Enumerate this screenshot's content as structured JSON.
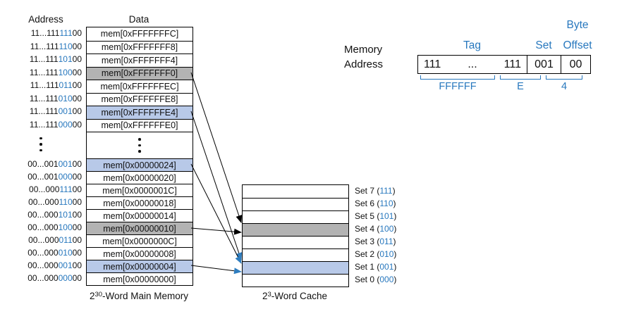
{
  "colors": {
    "accent_blue": "#2878be",
    "arrowhead_blue": "#2e7dbf",
    "row_blue_fill": "#b8c9e8",
    "row_gray_fill": "#b3b3b3"
  },
  "headers": {
    "address": "Address",
    "data": "Data"
  },
  "main_memory": {
    "top_rows": [
      {
        "addr_pre": "11...111",
        "addr_set": "111",
        "addr_post": "00",
        "data": "mem[0xFFFFFFFC]",
        "highlight": null
      },
      {
        "addr_pre": "11...111",
        "addr_set": "110",
        "addr_post": "00",
        "data": "mem[0xFFFFFFF8]",
        "highlight": null
      },
      {
        "addr_pre": "11...111",
        "addr_set": "101",
        "addr_post": "00",
        "data": "mem[0xFFFFFFF4]",
        "highlight": null
      },
      {
        "addr_pre": "11...111",
        "addr_set": "100",
        "addr_post": "00",
        "data": "mem[0xFFFFFFF0]",
        "highlight": "gray"
      },
      {
        "addr_pre": "11...111",
        "addr_set": "011",
        "addr_post": "00",
        "data": "mem[0xFFFFFFEC]",
        "highlight": null
      },
      {
        "addr_pre": "11...111",
        "addr_set": "010",
        "addr_post": "00",
        "data": "mem[0xFFFFFFE8]",
        "highlight": null
      },
      {
        "addr_pre": "11...111",
        "addr_set": "001",
        "addr_post": "00",
        "data": "mem[0xFFFFFFE4]",
        "highlight": "blue"
      },
      {
        "addr_pre": "11...111",
        "addr_set": "000",
        "addr_post": "00",
        "data": "mem[0xFFFFFFE0]",
        "highlight": null
      }
    ],
    "bottom_rows": [
      {
        "addr_pre": "00...001",
        "addr_set": "001",
        "addr_post": "00",
        "data": "mem[0x00000024]",
        "highlight": "blue"
      },
      {
        "addr_pre": "00...001",
        "addr_set": "000",
        "addr_post": "00",
        "data": "mem[0x00000020]",
        "highlight": null
      },
      {
        "addr_pre": "00...000",
        "addr_set": "111",
        "addr_post": "00",
        "data": "mem[0x0000001C]",
        "highlight": null
      },
      {
        "addr_pre": "00...000",
        "addr_set": "110",
        "addr_post": "00",
        "data": "mem[0x00000018]",
        "highlight": null
      },
      {
        "addr_pre": "00...000",
        "addr_set": "101",
        "addr_post": "00",
        "data": "mem[0x00000014]",
        "highlight": null
      },
      {
        "addr_pre": "00...000",
        "addr_set": "100",
        "addr_post": "00",
        "data": "mem[0x00000010]",
        "highlight": "gray"
      },
      {
        "addr_pre": "00...000",
        "addr_set": "011",
        "addr_post": "00",
        "data": "mem[0x0000000C]",
        "highlight": null
      },
      {
        "addr_pre": "00...000",
        "addr_set": "010",
        "addr_post": "00",
        "data": "mem[0x00000008]",
        "highlight": null
      },
      {
        "addr_pre": "00...000",
        "addr_set": "001",
        "addr_post": "00",
        "data": "mem[0x00000004]",
        "highlight": "blue"
      },
      {
        "addr_pre": "00...000",
        "addr_set": "000",
        "addr_post": "00",
        "data": "mem[0x00000000]",
        "highlight": null
      }
    ],
    "caption_base": "2",
    "caption_exp": "30",
    "caption_rest": "-Word Main Memory"
  },
  "cache": {
    "rows": [
      {
        "label": "Set 7",
        "bits": "111",
        "highlight": null
      },
      {
        "label": "Set 6",
        "bits": "110",
        "highlight": null
      },
      {
        "label": "Set 5",
        "bits": "101",
        "highlight": null
      },
      {
        "label": "Set 4",
        "bits": "100",
        "highlight": "gray"
      },
      {
        "label": "Set 3",
        "bits": "011",
        "highlight": null
      },
      {
        "label": "Set 2",
        "bits": "010",
        "highlight": null
      },
      {
        "label": "Set 1",
        "bits": "001",
        "highlight": "blue"
      },
      {
        "label": "Set 0",
        "bits": "000",
        "highlight": null
      }
    ],
    "caption_base": "2",
    "caption_exp": "3",
    "caption_rest": "-Word Cache"
  },
  "address_fields": {
    "label_line1": "Memory",
    "label_line2": "Address",
    "tag_label": "Tag",
    "set_label": "Set",
    "byte_label": "Byte",
    "offset_label": "Offset",
    "tag_left": "111",
    "tag_dots": "...",
    "tag_right": "111",
    "set_value": "001",
    "offset_value": "00",
    "hex_tag": "FFFFFF",
    "hex_mid": "E",
    "hex_low": "4"
  },
  "arrows": [
    {
      "from": "mem[0xFFFFFFF0]",
      "to": "Set 4",
      "color": "black"
    },
    {
      "from": "mem[0xFFFFFFE4]",
      "to": "Set 1",
      "color": "blue"
    },
    {
      "from": "mem[0x00000024]",
      "to": "Set 1",
      "color": "blue"
    },
    {
      "from": "mem[0x00000010]",
      "to": "Set 4",
      "color": "black"
    },
    {
      "from": "mem[0x00000004]",
      "to": "Set 1",
      "color": "blue"
    }
  ]
}
